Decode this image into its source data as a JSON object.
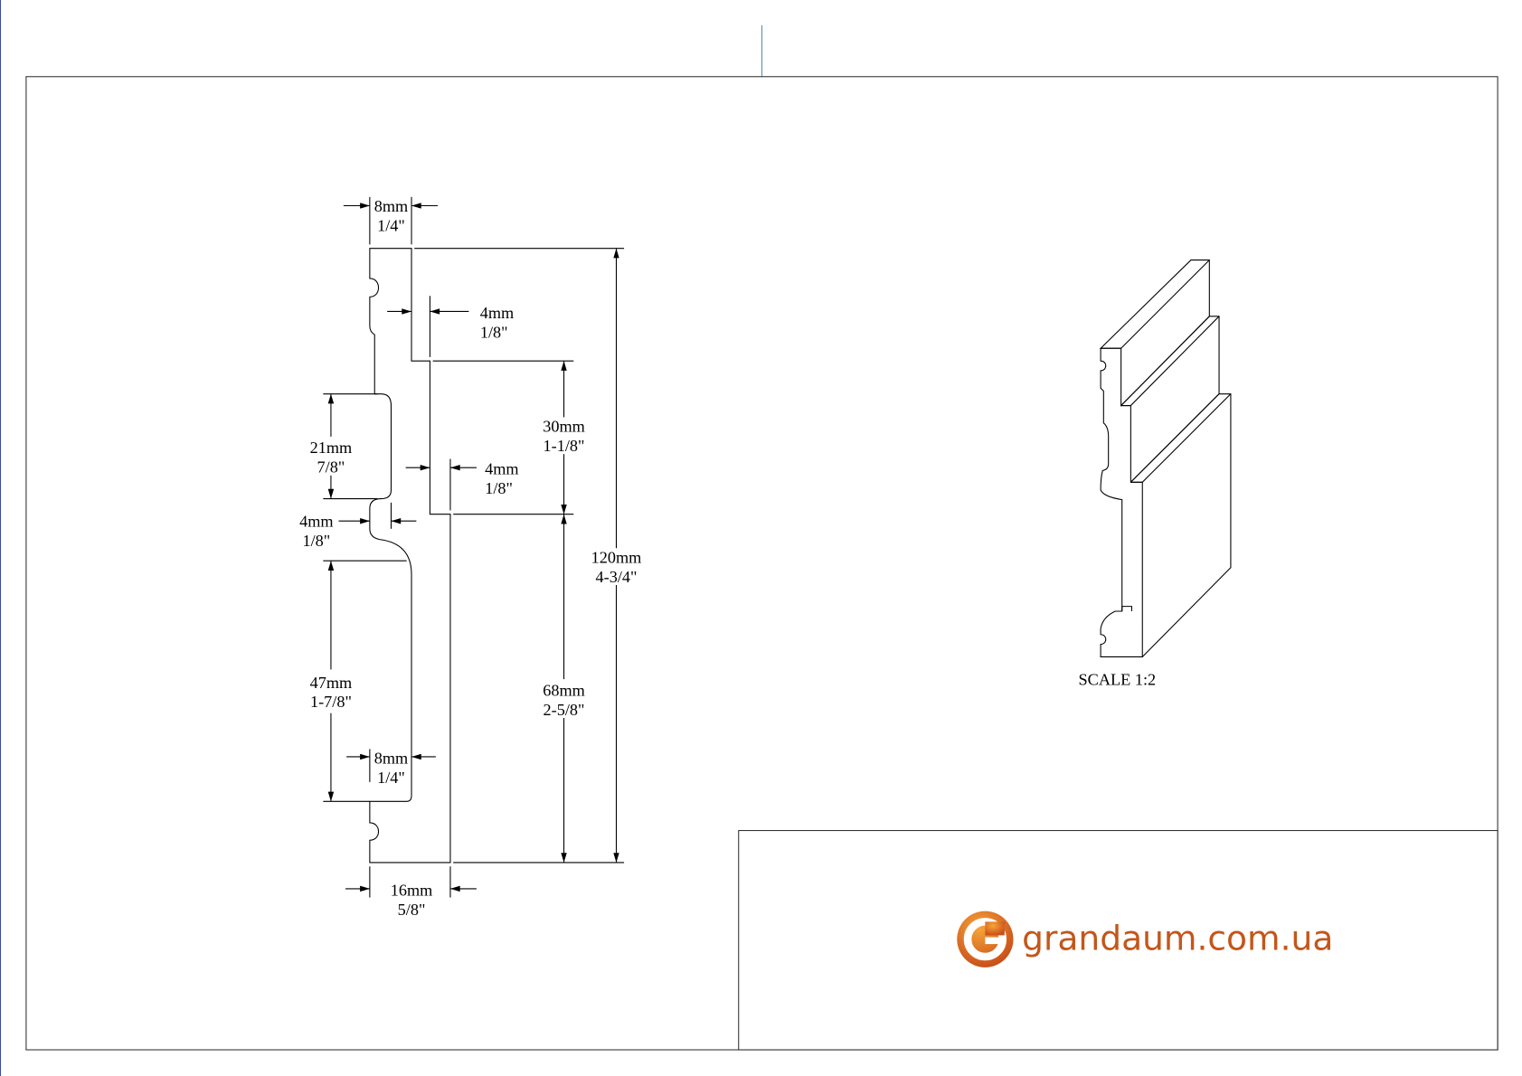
{
  "dimensions": {
    "top_width": {
      "mm": "8mm",
      "in": "1/4\""
    },
    "step1": {
      "mm": "4mm",
      "in": "1/8\""
    },
    "step2": {
      "mm": "4mm",
      "in": "1/8\""
    },
    "upper_height": {
      "mm": "30mm",
      "in": "1-1/8\""
    },
    "total_height": {
      "mm": "120mm",
      "in": "4-3/4\""
    },
    "lower_height": {
      "mm": "68mm",
      "in": "2-5/8\""
    },
    "groove_height": {
      "mm": "21mm",
      "in": "7/8\""
    },
    "groove_depth": {
      "mm": "4mm",
      "in": "1/8\""
    },
    "cavity_height": {
      "mm": "47mm",
      "in": "1-7/8\""
    },
    "bottom_lip": {
      "mm": "8mm",
      "in": "1/4\""
    },
    "total_width": {
      "mm": "16mm",
      "in": "5/8\""
    }
  },
  "scale_label": "SCALE  1:2",
  "logo": {
    "letter": "G",
    "text": "grandaum.com.ua",
    "color": "#c4561a",
    "accent": "#f08a24"
  }
}
